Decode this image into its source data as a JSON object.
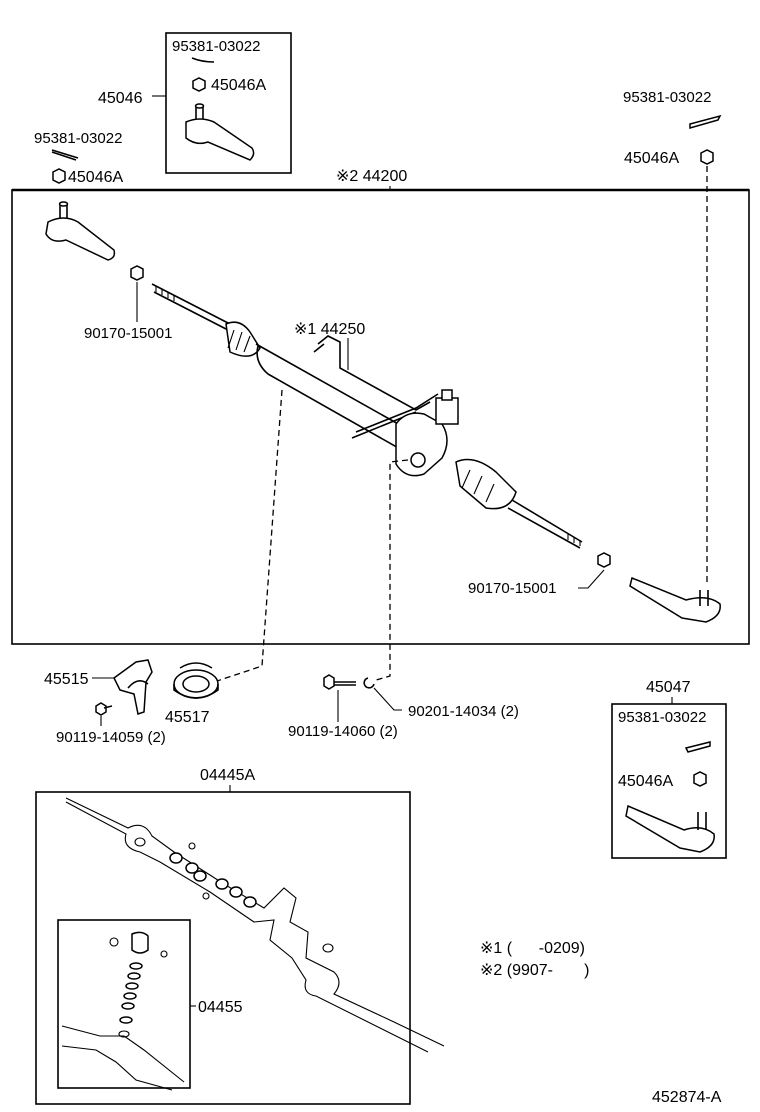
{
  "labels": {
    "p95381_a": "95381-03022",
    "p45046": "45046",
    "p45046A_a": "45046A",
    "p95381_b": "95381-03022",
    "p45046A_b": "45046A",
    "p44200": "※2 44200",
    "p95381_c": "95381-03022",
    "p45046A_c": "45046A",
    "p90170_a": "90170-15001",
    "p44250": "※1 44250",
    "p90170_b": "90170-15001",
    "p45515": "45515",
    "p45517": "45517",
    "p90119_14059": "90119-14059 (2)",
    "p90119_14060": "90119-14060 (2)",
    "p90201": "90201-14034 (2)",
    "p45047": "45047",
    "p95381_d": "95381-03022",
    "p45046A_d": "45046A",
    "p04445A": "04445A",
    "p04455": "04455",
    "note1": "※1 (      -0209)",
    "note2": "※2 (9907-       )",
    "diagram_id": "452874-A"
  }
}
